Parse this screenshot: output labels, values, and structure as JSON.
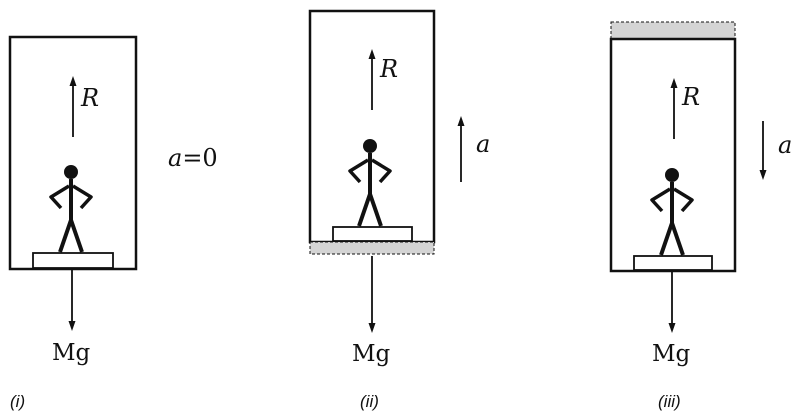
{
  "panels": [
    {
      "caption": "(i)",
      "reaction_label": "R",
      "weight_label": "Mg",
      "accel_label": "a",
      "accel_value": "=0"
    },
    {
      "caption": "(ii)",
      "reaction_label": "R",
      "weight_label": "Mg",
      "accel_label": "a"
    },
    {
      "caption": "(iii)",
      "reaction_label": "R",
      "weight_label": "Mg",
      "accel_label": "a"
    }
  ],
  "colors": {
    "stroke": "#111111",
    "shaded": "#d4d4d4"
  }
}
